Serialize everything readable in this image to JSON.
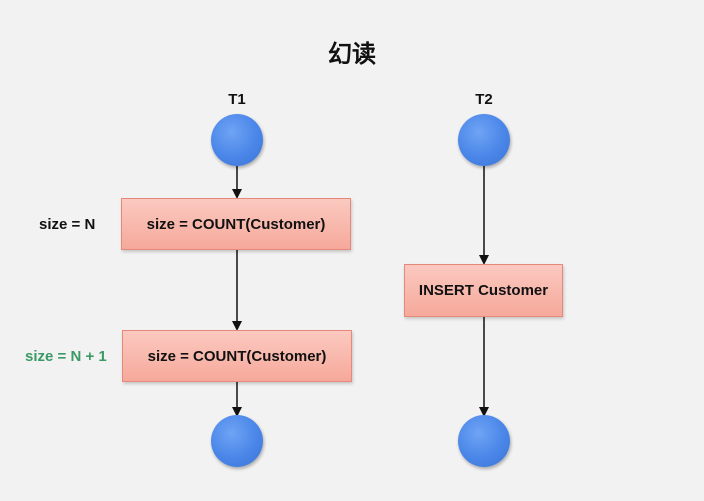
{
  "title": "幻读",
  "transactions": [
    {
      "label": "T1"
    },
    {
      "label": "T2"
    }
  ],
  "t1": {
    "ops": [
      {
        "label": "size = COUNT(Customer)"
      },
      {
        "label": "size = COUNT(Customer)"
      }
    ],
    "notes": [
      {
        "text": "size = N",
        "color": "#111111"
      },
      {
        "text": "size = N + 1",
        "color": "#3a9a66"
      }
    ]
  },
  "t2": {
    "ops": [
      {
        "label": "INSERT Customer"
      }
    ]
  },
  "colors": {
    "node": "#4a86e8",
    "box_fill": "#f8b6aa",
    "box_border": "#e58a7a",
    "highlight": "#3a9a66"
  }
}
